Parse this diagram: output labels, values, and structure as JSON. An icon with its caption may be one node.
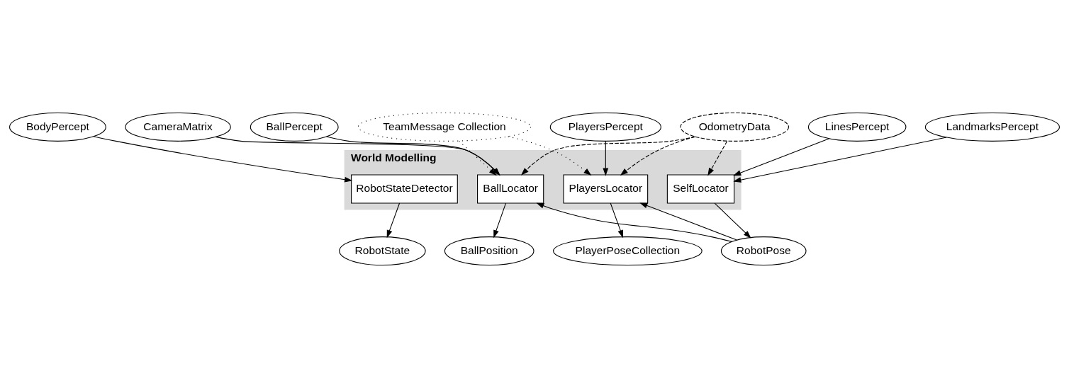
{
  "diagram": {
    "nodes": [
      {
        "text": [
          "BodyPercept"
        ]
      },
      {
        "text": [
          "CameraMatrix"
        ]
      },
      {
        "text": [
          "BallPercept"
        ]
      },
      {
        "text": [
          "LinesPercept"
        ]
      },
      {
        "text": [
          "LandmarksPercept"
        ]
      },
      {
        "text": [
          "PlayersPercept"
        ]
      },
      {
        "text": [
          "TeamMessage Collection"
        ]
      },
      {
        "text": [
          "OdometryData"
        ]
      },
      {
        "text": [
          "World Modelling"
        ]
      },
      {
        "text": [
          "RobotStateDetector"
        ],
        "in": 8
      },
      {
        "text": [
          "BallLocator"
        ],
        "in": 8
      },
      {
        "text": [
          "SelfLocator"
        ],
        "in": 8
      },
      {
        "text": [
          "PlayersLocator"
        ],
        "in": 8
      },
      {
        "text": [
          "RobotState"
        ]
      },
      {
        "text": [
          "BallPosition"
        ]
      },
      {
        "text": [
          "RobotPose"
        ]
      },
      {
        "text": [
          "PlayerPoseCollection"
        ]
      }
    ],
    "edges": [
      {
        "from": 0,
        "to": 9,
        "arrow": "to"
      },
      {
        "from": 1,
        "to": 10,
        "arrow": "to"
      },
      {
        "from": 2,
        "to": 10,
        "arrow": "to"
      },
      {
        "from": 3,
        "to": 11,
        "arrow": "to"
      },
      {
        "from": 4,
        "to": 11,
        "arrow": "to"
      },
      {
        "from": 5,
        "to": 12,
        "arrow": "to"
      },
      {
        "from": 6,
        "to": 10,
        "arrow": "to",
        "style": "dashed"
      },
      {
        "from": 6,
        "to": 12,
        "arrow": "to",
        "style": "dashed"
      },
      {
        "from": 7,
        "to": 10,
        "arrow": "to",
        "style": "dashed"
      },
      {
        "from": 7,
        "to": 11,
        "arrow": "to",
        "style": "dashed"
      },
      {
        "from": 7,
        "to": 12,
        "arrow": "to",
        "style": "dashed"
      },
      {
        "from": 9,
        "to": 13,
        "arrow": "to"
      },
      {
        "from": 10,
        "to": 14,
        "arrow": "to"
      },
      {
        "from": 11,
        "to": 15,
        "arrow": "to"
      },
      {
        "from": 15,
        "to": 10,
        "arrow": "to"
      },
      {
        "from": 15,
        "to": 12,
        "arrow": "to"
      },
      {
        "from": 12,
        "to": 16,
        "arrow": "to"
      }
    ]
  }
}
